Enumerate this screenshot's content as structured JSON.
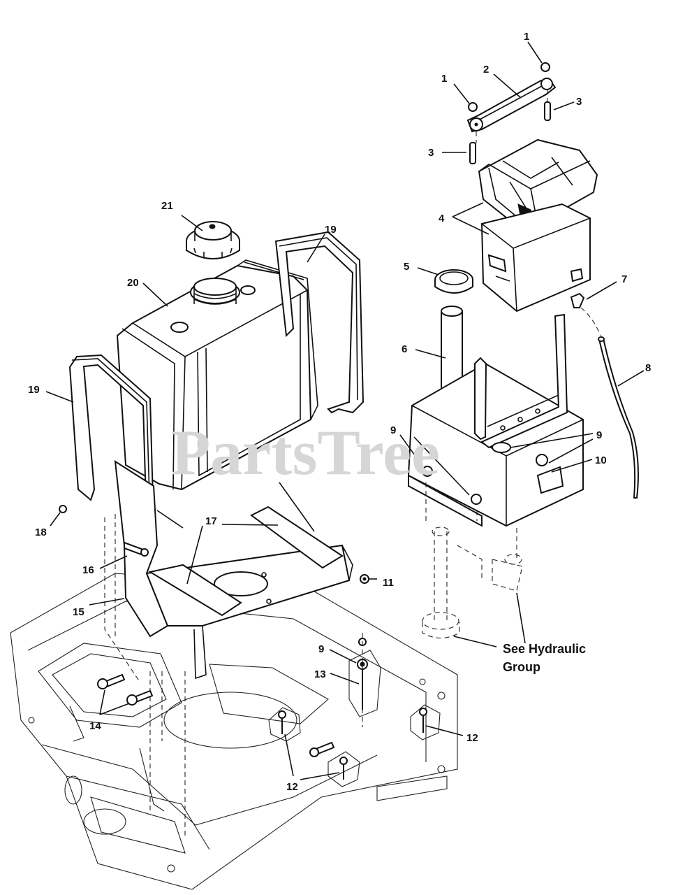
{
  "watermark": "PartsTree",
  "note": {
    "line1": "See Hydraulic",
    "line2": "Group"
  },
  "callouts": {
    "c1a": "1",
    "c1b": "1",
    "c2": "2",
    "c3a": "3",
    "c3b": "3",
    "c4": "4",
    "c5": "5",
    "c6": "6",
    "c7": "7",
    "c8": "8",
    "c9a": "9",
    "c9b": "9",
    "c9c": "9",
    "c10": "10",
    "c11": "11",
    "c12a": "12",
    "c12b": "12",
    "c13": "13",
    "c14": "14",
    "c15": "15",
    "c16": "16",
    "c17": "17",
    "c18": "18",
    "c19a": "19",
    "c19b": "19",
    "c20": "20",
    "c21": "21"
  }
}
